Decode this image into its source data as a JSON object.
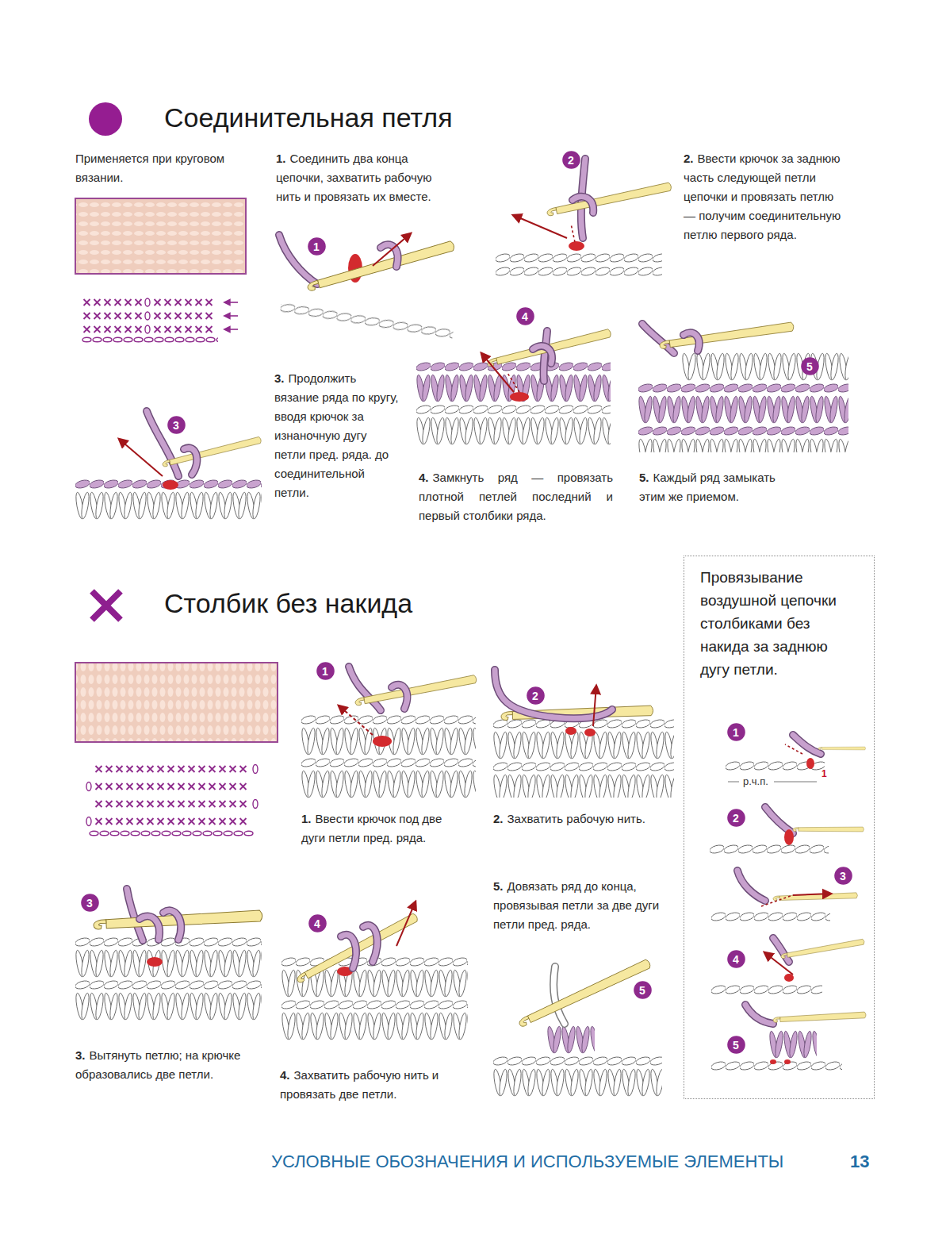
{
  "diagram": {
    "nodes": [
      {
        "text": [
          "1"
        ]
      },
      {
        "text": [
          "2"
        ]
      },
      {
        "text": [
          "3"
        ]
      },
      {
        "text": [
          "4"
        ]
      },
      {
        "text": [
          "5"
        ]
      },
      {
        "text": [
          "1"
        ]
      },
      {
        "text": [
          "2"
        ]
      },
      {
        "text": [
          "3"
        ]
      },
      {
        "text": [
          "4"
        ]
      },
      {
        "text": [
          "5"
        ]
      },
      {
        "text": [
          "Провязывание воздушной цепочки столбиками без накида за заднюю дугу петли."
        ]
      },
      {
        "text": [
          "1"
        ],
        "in": 10
      },
      {
        "text": [
          "2"
        ],
        "in": 10
      },
      {
        "text": [
          "3"
        ],
        "in": 10
      },
      {
        "text": [
          "4"
        ],
        "in": 10
      },
      {
        "text": [
          "5"
        ],
        "in": 10
      }
    ],
    "labels": [
      "Соединительная петля",
      "Применяется при круговом вязании.",
      "1.",
      "Соединить два конца цепочки, захватить рабочую нить и провязать их вместе.",
      "2.",
      "Ввести крючок за заднюю часть следующей петли цепочки и провязать петлю — получим соединительную петлю первого ряда.",
      "3.",
      "Продолжить вязание ряда по кругу, вводя крючок за изнаночную дугу петли пред. ряда. до соединительной петли.",
      "4.",
      "Замкнуть ряд — провязать плотной петлей последний и первый столбики ряда.",
      "5.",
      "Каждый ряд замыкать этим же приемом.",
      "Столбик без накида",
      "1.",
      "Ввести крючок под две дуги петли пред. ряда.",
      "2.",
      "Захватить рабочую нить.",
      "3.",
      "Вытянуть петлю; на крючке образовались две петли.",
      "4.",
      "Захватить рабочую нить и провязать две петли.",
      "5.",
      "Довязать ряд до конца, провязывая петли за две дуги петли пред. ряда.",
      "р.ч.п.",
      "1",
      "УСЛОВНЫЕ ОБОЗНАЧЕНИЯ И ИСПОЛЬЗУЕМЫЕ ЭЛЕМЕНТЫ",
      "13"
    ]
  }
}
